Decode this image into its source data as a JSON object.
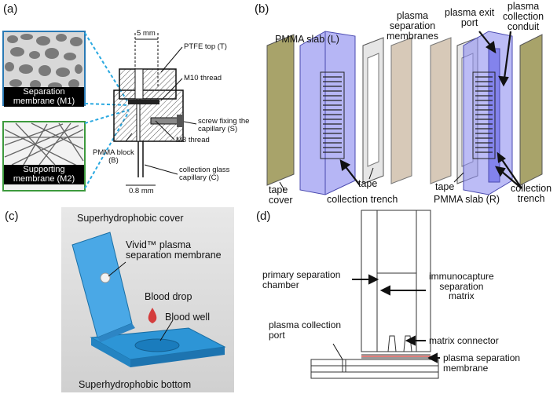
{
  "panels": {
    "a": {
      "label": "(a)",
      "membrane1": "Separation membrane (M1)",
      "membrane1_l1": "Separation",
      "membrane1_l2": "membrane (M1)",
      "membrane2_l1": "Supporting",
      "membrane2_l2": "membrane (M2)",
      "dim_top": "5 mm",
      "ptfe": "PTFE top (T)",
      "m10": "M10 thread",
      "screw_l1": "screw fixing the",
      "screw_l2": "capillary (S)",
      "m3": "M3 thread",
      "pmma_l1": "PMMA block",
      "pmma_l2": "(B)",
      "dim_bottom": "0.8 mm",
      "capillary_l1": "collection glass",
      "capillary_l2": "capillary (C)"
    },
    "b": {
      "label": "(b)",
      "pmma_l": "PMMA slab (L)",
      "membranes_l1": "plasma",
      "membranes_l2": "separation",
      "membranes_l3": "membranes",
      "exit_l1": "plasma exit",
      "exit_l2": "port",
      "conduit_l1": "plasma",
      "conduit_l2": "collection",
      "conduit_l3": "conduit",
      "tape_cover_l1": "tape",
      "tape_cover_l2": "cover",
      "tape1": "tape",
      "trench_left": "collection trench",
      "tape2": "tape",
      "pmma_r": "PMMA slab (R)",
      "trench_r_l1": "collection",
      "trench_r_l2": "trench"
    },
    "c": {
      "label": "(c)",
      "cover": "Superhydrophobic cover",
      "vivid_l1": "Vivid™ plasma",
      "vivid_l2": "separation membrane",
      "drop": "Blood drop",
      "well": "Blood well",
      "bottom": "Superhydrophobic bottom"
    },
    "d": {
      "label": "(d)",
      "primary_l1": "primary separation",
      "primary_l2": "chamber",
      "immuno_l1": "immunocapture",
      "immuno_l2": "separation",
      "immuno_l3": "matrix",
      "collection_l1": "plasma collection",
      "collection_l2": "port",
      "connector": "matrix connector",
      "membrane_l1": "plasma separation",
      "membrane_l2": "membrane"
    }
  },
  "colors": {
    "membrane_box_blue": "#2a7ab5",
    "membrane_box_green": "#3d9a3d",
    "leader_cyan": "#29a8e0",
    "pmma_blue": "#8f8ff0",
    "tape_olive": "#a8a36a",
    "membrane_beige": "#d7c9b8",
    "device_blue": "#2d95d6",
    "blood_red": "#d43c3c",
    "membrane_line_red": "#d9534f"
  }
}
